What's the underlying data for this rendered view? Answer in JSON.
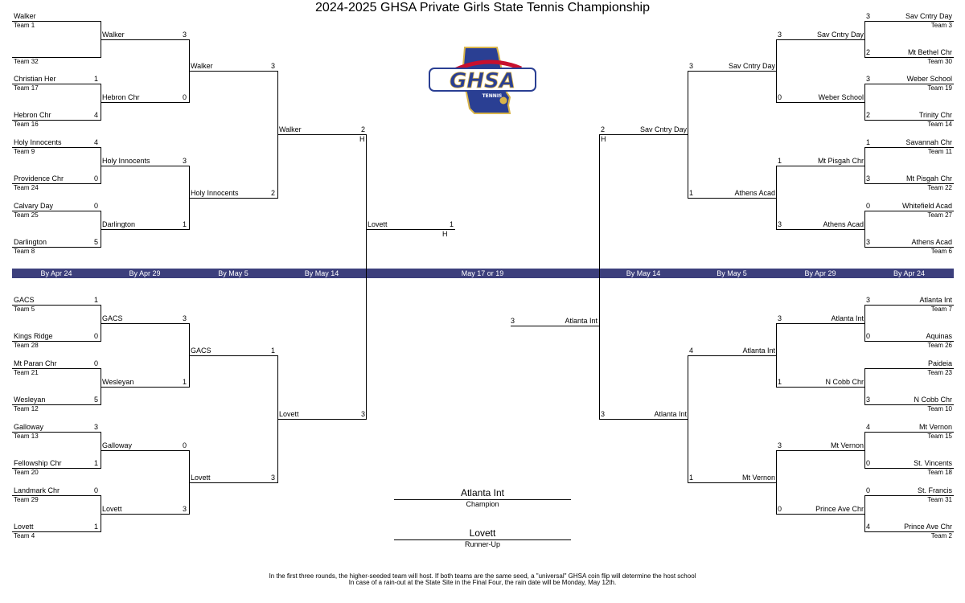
{
  "title": "2024-2025 GHSA Private Girls State Tennis Championship",
  "colors": {
    "band": "#3c3f7c",
    "line": "#000000",
    "logo_blue": "#2a3f93",
    "logo_red": "#c8102e",
    "logo_gold": "#d9b54a"
  },
  "logo": {
    "text": "GHSA",
    "subtext": "TENNIS",
    "icon": "ghsa-tennis-logo"
  },
  "round_labels": {
    "left": [
      "By Apr 24",
      "By Apr 29",
      "By May 5",
      "By May 14"
    ],
    "center": "May 17 or 19",
    "right": [
      "By May 14",
      "By May 5",
      "By Apr 29",
      "By Apr 24"
    ]
  },
  "host_marker": "H",
  "top_left": {
    "r1": [
      {
        "name": "Walker",
        "seed": "Team 1",
        "score": ""
      },
      {
        "name": "",
        "seed": "Team 32",
        "score": ""
      },
      {
        "name": "Christian Her",
        "seed": "Team 17",
        "score": "1"
      },
      {
        "name": "Hebron Chr",
        "seed": "Team 16",
        "score": "4"
      },
      {
        "name": "Holy Innocents",
        "seed": "Team 9",
        "score": "4"
      },
      {
        "name": "Providence Chr",
        "seed": "Team 24",
        "score": "0"
      },
      {
        "name": "Calvary Day",
        "seed": "Team 25",
        "score": "0"
      },
      {
        "name": "Darlington",
        "seed": "Team 8",
        "score": "5"
      }
    ],
    "r2": [
      {
        "name": "Walker",
        "score": "3"
      },
      {
        "name": "Hebron Chr",
        "score": "0"
      },
      {
        "name": "Holy Innocents",
        "score": "3"
      },
      {
        "name": "Darlington",
        "score": "1"
      }
    ],
    "r3": [
      {
        "name": "Walker",
        "score": "3"
      },
      {
        "name": "Holy Innocents",
        "score": "2"
      }
    ],
    "r4": {
      "name": "Walker",
      "score": "2"
    }
  },
  "bottom_left": {
    "r1": [
      {
        "name": "GACS",
        "seed": "Team 5",
        "score": "1"
      },
      {
        "name": "Kings Ridge",
        "seed": "Team 28",
        "score": "0"
      },
      {
        "name": "Mt Paran Chr",
        "seed": "Team 21",
        "score": "0"
      },
      {
        "name": "Wesleyan",
        "seed": "Team 12",
        "score": "5"
      },
      {
        "name": "Galloway",
        "seed": "Team 13",
        "score": "3"
      },
      {
        "name": "Fellowship Chr",
        "seed": "Team 20",
        "score": "1"
      },
      {
        "name": "Landmark Chr",
        "seed": "Team 29",
        "score": "0"
      },
      {
        "name": "Lovett",
        "seed": "Team 4",
        "score": "1"
      }
    ],
    "r2": [
      {
        "name": "GACS",
        "score": "3"
      },
      {
        "name": "Wesleyan",
        "score": "1"
      },
      {
        "name": "Galloway",
        "score": "0"
      },
      {
        "name": "Lovett",
        "score": "3"
      }
    ],
    "r3": [
      {
        "name": "GACS",
        "score": "1"
      },
      {
        "name": "Lovett",
        "score": "3"
      }
    ],
    "r4": {
      "name": "Lovett",
      "score": "3"
    }
  },
  "top_right": {
    "r1": [
      {
        "name": "Sav Cntry Day",
        "seed": "Team 3",
        "score": "3"
      },
      {
        "name": "Mt Bethel Chr",
        "seed": "Team 30",
        "score": "2"
      },
      {
        "name": "Weber School",
        "seed": "Team 19",
        "score": "3"
      },
      {
        "name": "Trinity Chr",
        "seed": "Team 14",
        "score": "2"
      },
      {
        "name": "Savannah Chr",
        "seed": "Team 11",
        "score": "1"
      },
      {
        "name": "Mt Pisgah Chr",
        "seed": "Team 22",
        "score": "3"
      },
      {
        "name": "Whitefield Acad",
        "seed": "Team 27",
        "score": "0"
      },
      {
        "name": "Athens Acad",
        "seed": "Team 6",
        "score": "3"
      }
    ],
    "r2": [
      {
        "name": "Sav Cntry Day",
        "score": "3"
      },
      {
        "name": "Weber School",
        "score": "0"
      },
      {
        "name": "Mt Pisgah Chr",
        "score": "1"
      },
      {
        "name": "Athens Acad",
        "score": "3"
      }
    ],
    "r3": [
      {
        "name": "Sav Cntry Day",
        "score": "3"
      },
      {
        "name": "Athens Acad",
        "score": "1"
      }
    ],
    "r4": {
      "name": "Sav Cntry Day",
      "score": "2"
    }
  },
  "bottom_right": {
    "r1": [
      {
        "name": "Atlanta Int",
        "seed": "Team 7",
        "score": "3"
      },
      {
        "name": "Aquinas",
        "seed": "Team 26",
        "score": "0"
      },
      {
        "name": "Paideia",
        "seed": "Team 23",
        "score": ""
      },
      {
        "name": "N Cobb Chr",
        "seed": "Team 10",
        "score": "3"
      },
      {
        "name": "Mt Vernon",
        "seed": "Team 15",
        "score": "4"
      },
      {
        "name": "St. Vincents",
        "seed": "Team 18",
        "score": "0"
      },
      {
        "name": "St. Francis",
        "seed": "Team 31",
        "score": "0"
      },
      {
        "name": "Prince Ave Chr",
        "seed": "Team 2",
        "score": "4"
      }
    ],
    "r2": [
      {
        "name": "Atlanta Int",
        "score": "3"
      },
      {
        "name": "N Cobb Chr",
        "score": "1"
      },
      {
        "name": "Mt Vernon",
        "score": "3"
      },
      {
        "name": "Prince Ave Chr",
        "score": "0"
      }
    ],
    "r3": [
      {
        "name": "Atlanta Int",
        "score": "4"
      },
      {
        "name": "Mt Vernon",
        "score": "1"
      }
    ],
    "r4": {
      "name": "Atlanta Int",
      "score": "3"
    }
  },
  "final": {
    "top": {
      "name": "Lovett",
      "score": "1"
    },
    "bottom": {
      "name": "Atlanta Int",
      "score": "3"
    }
  },
  "champion": {
    "name": "Atlanta Int",
    "label": "Champion"
  },
  "runner_up": {
    "name": "Lovett",
    "label": "Runner-Up"
  },
  "footnotes": [
    "In the first three rounds, the higher-seeded team will host.  If both teams are the same seed, a \"universal\" GHSA coin flip will determine the host school",
    "In case of a rain-out at the State Site in the Final Four, the rain date will be Monday, May 12th."
  ]
}
